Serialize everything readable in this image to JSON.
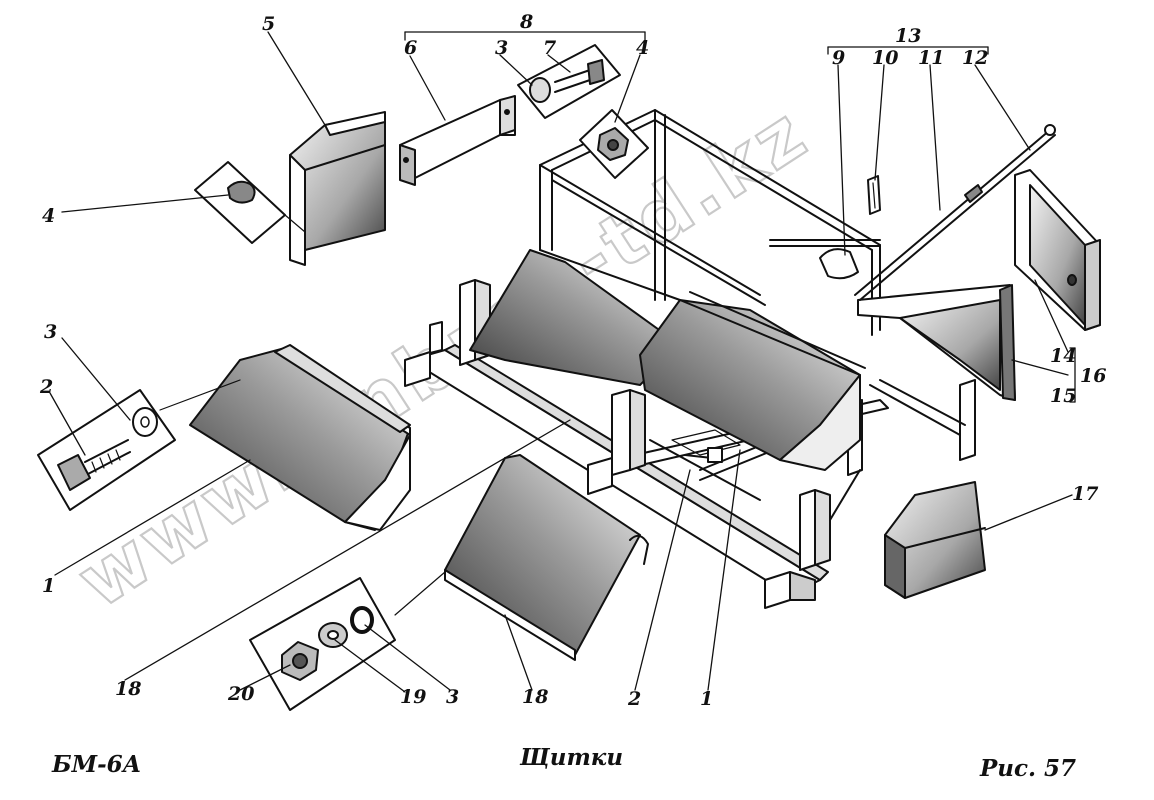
{
  "watermark": "www.sinbron-td.kz",
  "footer": {
    "model": "БМ-6А",
    "title": "Щитки",
    "figure": "Рис. 57"
  },
  "callouts": {
    "c1a": "1",
    "c1b": "1",
    "c2a": "2",
    "c2b": "2",
    "c3a": "3",
    "c3b": "3",
    "c3c": "3",
    "c4a": "4",
    "c4b": "4",
    "c5": "5",
    "c6": "6",
    "c7": "7",
    "c8": "8",
    "c9": "9",
    "c10": "10",
    "c11": "11",
    "c12": "12",
    "c13": "13",
    "c14": "14",
    "c15": "15",
    "c16": "16",
    "c17": "17",
    "c18a": "18",
    "c18b": "18",
    "c19": "19",
    "c20": "20"
  },
  "colors": {
    "ink": "#111111",
    "watermark": "#c9c9c9",
    "shade": "#777777"
  }
}
